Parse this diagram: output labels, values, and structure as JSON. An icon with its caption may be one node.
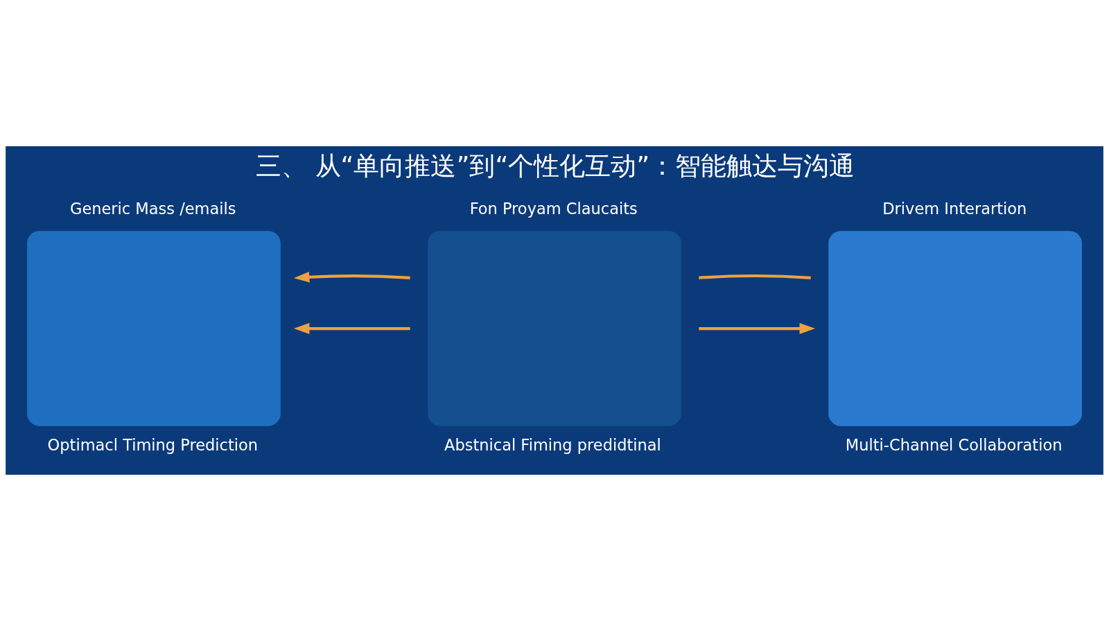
{
  "diagram": {
    "title": "三、 从“单向推送”到“个性化互动”：智能触达与沟通",
    "nodes": [
      {
        "text": [
          "Generic Mass /emails"
        ],
        "beside": [
          "Optimacl Timing Prediction"
        ]
      },
      {
        "text": [
          "Fon Proyam Claucaits"
        ],
        "beside": [
          "Abstnical Fiming predidtinal"
        ]
      },
      {
        "text": [
          "Drivem Interartion"
        ],
        "beside": [
          "Multi-Channel Collaboration"
        ]
      }
    ],
    "edges": [
      {
        "from": 1,
        "to": 0,
        "arrow": "to",
        "color": "#f0a040"
      },
      {
        "from": 1,
        "to": 0,
        "arrow": "to",
        "color": "#f0a040"
      },
      {
        "from": 1,
        "to": 2,
        "arrow": "to",
        "color": "#f0a040"
      },
      {
        "from": 1,
        "to": 2,
        "arrow": "none",
        "color": "#f0a040"
      }
    ]
  }
}
